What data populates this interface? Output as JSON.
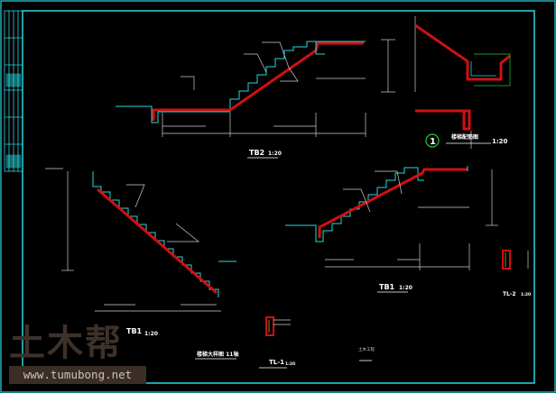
{
  "drawing": {
    "tb2_title": "TB2",
    "tb2_scale": "1:20",
    "tb1_title_right": "TB1",
    "tb1_scale_right": "1:20",
    "tb1_title_left": "TB1",
    "tb1_scale_left": "1:20",
    "tl1_title": "TL-1",
    "tl1_scale": "1:20",
    "tl2_title": "TL-2",
    "tl2_scale": "1:20",
    "detail_number": "1",
    "detail_title": "楼梯配筋图",
    "detail_scale": "1:20",
    "bottom_note": "楼梯大样图 11轴",
    "project_label": "土木工程"
  },
  "watermark": {
    "logo_text": "土木帮",
    "url": "www.tumubong.net"
  },
  "colors": {
    "frame": "#29d9e0",
    "rebar": "#d01010",
    "dims": "#cfcfcf",
    "detail": "#22cc33"
  }
}
